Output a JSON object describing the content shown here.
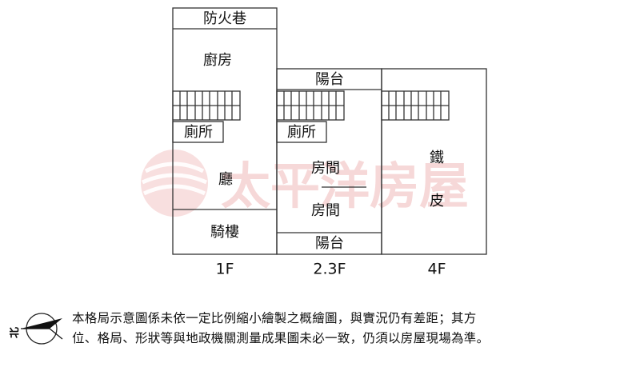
{
  "watermark": {
    "text": "太平洋房屋"
  },
  "floors": {
    "f1": {
      "label": "1F",
      "rooms": {
        "fire_lane": "防火巷",
        "kitchen": "廚房",
        "toilet": "廁所",
        "hall": "廳",
        "arcade": "騎樓"
      }
    },
    "f23": {
      "label": "2.3F",
      "rooms": {
        "balcony_top": "陽台",
        "toilet": "廁所",
        "room_upper": "房間",
        "room_lower": "房間",
        "balcony_bottom": "陽台"
      }
    },
    "f4": {
      "label": "4F",
      "rooms": {
        "iron_1": "鐵",
        "iron_2": "皮"
      }
    }
  },
  "note": {
    "line1": "本格局示意圖係未依一定比例縮小繪製之概繪圖，與實況仍有差距；其方",
    "line2": "位、格局、形狀等與地政機關測量成果圖未必一致，仍須以房屋現場為準。",
    "compass_label": "北"
  },
  "colors": {
    "line": "#333333",
    "watermark": "#e7a3a3"
  }
}
